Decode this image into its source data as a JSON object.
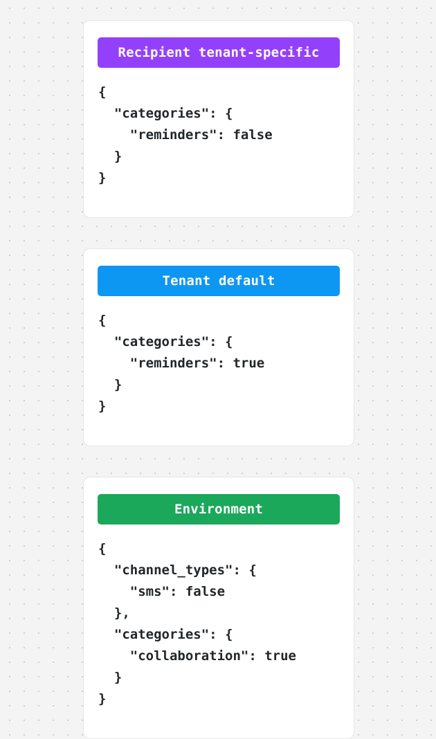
{
  "page": {
    "background_color": "#f4f4f4",
    "dot_color": "#cfcfcf",
    "card_background": "#ffffff",
    "card_border_color": "#e6e6e6",
    "body_text_color": "#222629"
  },
  "cards": [
    {
      "title": "Recipient tenant-specific",
      "accent_color": "#9340fb",
      "title_color": "#ffffff",
      "json_text": "{\n  \"categories\": {\n    \"reminders\": false\n  }\n}"
    },
    {
      "title": "Tenant default",
      "accent_color": "#0e96f3",
      "title_color": "#ffffff",
      "json_text": "{\n  \"categories\": {\n    \"reminders\": true\n  }\n}"
    },
    {
      "title": "Environment",
      "accent_color": "#1ba85b",
      "title_color": "#ffffff",
      "json_text": "{\n  \"channel_types\": {\n    \"sms\": false\n  },\n  \"categories\": {\n    \"collaboration\": true\n  }\n}"
    }
  ]
}
